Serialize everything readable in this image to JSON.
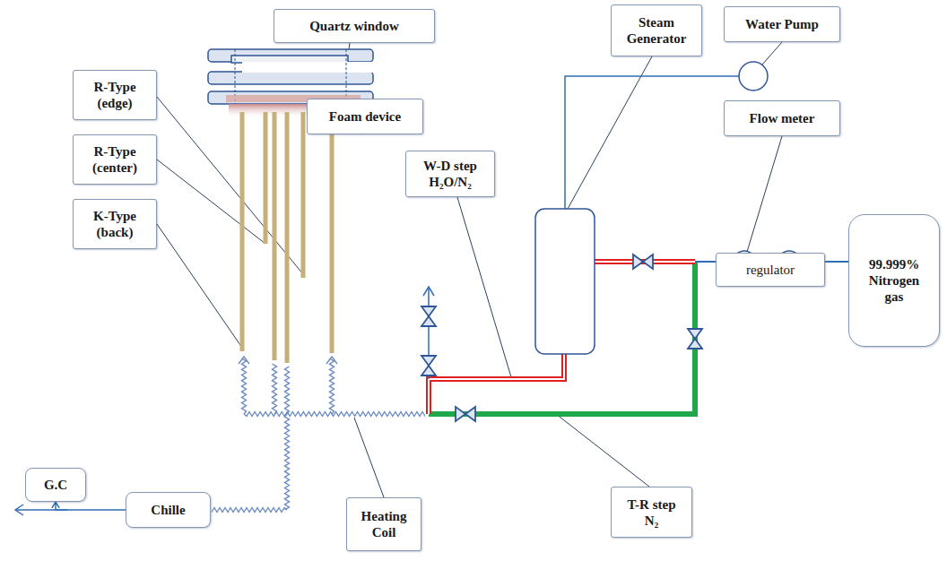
{
  "diagram": {
    "nodes": [
      {
        "text": [
          "Quartz window"
        ]
      },
      {
        "text": [
          "Steam Generator"
        ]
      },
      {
        "text": [
          "Water Pump"
        ]
      },
      {
        "text": [
          "R-Type (edge)"
        ]
      },
      {
        "text": [
          "Foam device"
        ]
      },
      {
        "text": [
          "R-Type (center)"
        ]
      },
      {
        "text": [
          "Flow meter"
        ]
      },
      {
        "text": [
          "K-Type (back)"
        ]
      },
      {
        "text": [
          "W-D step H₂O/N₂"
        ]
      },
      {
        "text": [
          "99.999% Nitrogen gas"
        ]
      },
      {
        "text": [
          "regulator"
        ]
      },
      {
        "text": [
          "G.C"
        ]
      },
      {
        "text": [
          "Chille"
        ]
      },
      {
        "text": [
          "Heating Coil"
        ]
      },
      {
        "text": [
          "T-R step N₂"
        ]
      }
    ],
    "edges": [
      {
        "from": 12,
        "to": 11,
        "arrow": "to"
      }
    ]
  }
}
